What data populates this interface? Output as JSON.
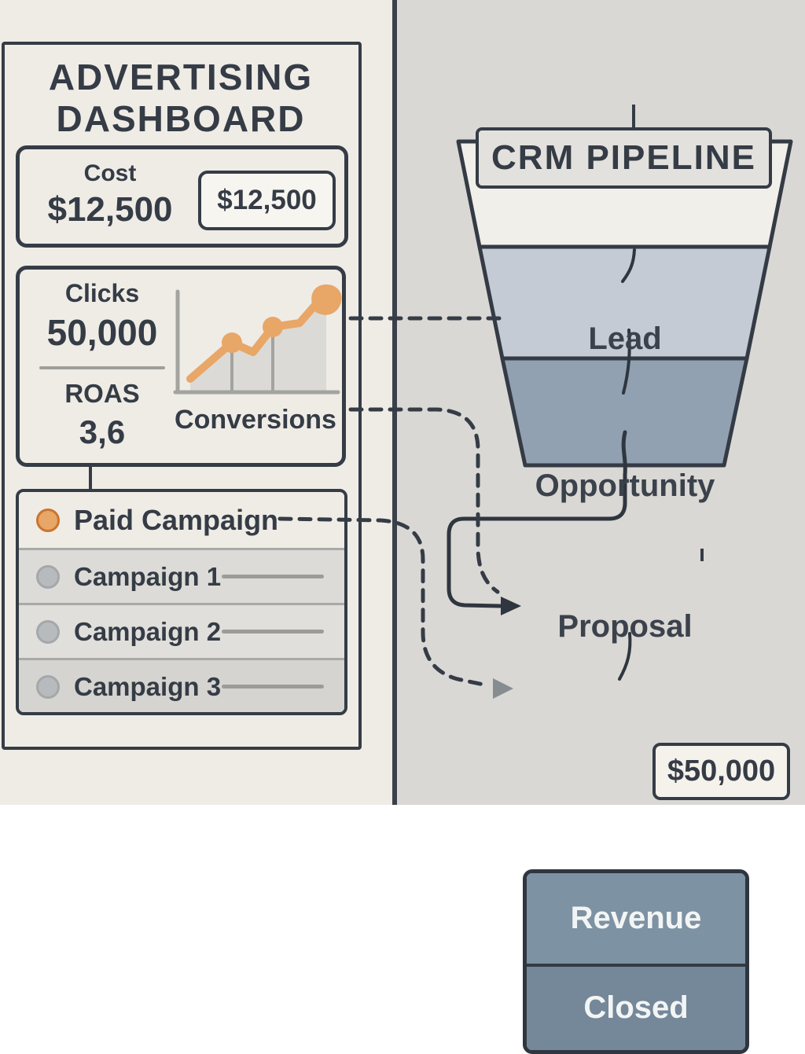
{
  "advertising_dashboard": {
    "title": "ADVERTISING DASHBOARD",
    "cost_card": {
      "label": "Cost",
      "value": "$12,500",
      "callout": "$12,500"
    },
    "metrics_card": {
      "clicks_label": "Clicks",
      "clicks_value": "50,000",
      "roas_label": "ROAS",
      "roas_value": "3,6",
      "chart_caption": "Conversions"
    },
    "campaigns_card": {
      "header_label": "Paid Campaign",
      "rows": [
        {
          "label": "Campaign 1"
        },
        {
          "label": "Campaign 2"
        },
        {
          "label": "Campaign 3"
        }
      ]
    }
  },
  "crm_pipeline": {
    "title": "CRM PIPELINE",
    "funnel_stages": [
      {
        "label": "Lead"
      },
      {
        "label": "Opportunity"
      },
      {
        "label": "Proposal"
      }
    ],
    "value_callout": "$50,000",
    "outcome_stages": [
      {
        "label": "Revenue"
      },
      {
        "label": "Closed"
      }
    ]
  },
  "colors": {
    "accent_orange": "#e8a667",
    "ink": "#353c46",
    "left_background": "#efece6",
    "right_background": "#d9d8d4",
    "funnel_lead": "#f1efe9",
    "funnel_opportunity": "#c4cbd4",
    "funnel_proposal": "#91a1b1",
    "revenue_fill": "#7d92a3",
    "closed_fill": "#74889a"
  }
}
